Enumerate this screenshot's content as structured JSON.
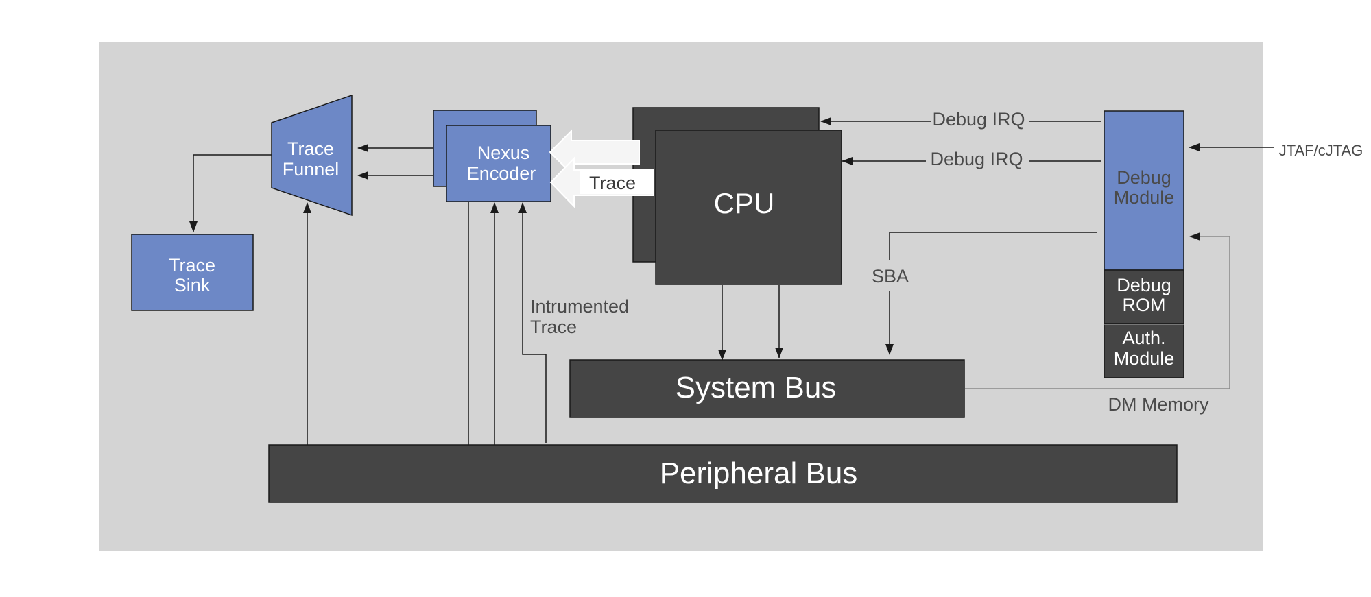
{
  "colors": {
    "panel": "#d4d4d4",
    "blue_block": "#6d88c6",
    "dark_block": "#454545",
    "line": "#1a1a1a",
    "dm_memory_line": "#8a8a8a",
    "label_dark": "#4a4a4a"
  },
  "blocks": {
    "trace_funnel": [
      "Trace",
      "Funnel"
    ],
    "trace_sink": [
      "Trace",
      "Sink"
    ],
    "nexus_encoder": [
      "Nexus",
      "Encoder"
    ],
    "cpu": "CPU",
    "debug_module": [
      "Debug",
      "Module"
    ],
    "debug_rom": [
      "Debug",
      "ROM"
    ],
    "auth_module": [
      "Auth.",
      "Module"
    ],
    "system_bus": "System Bus",
    "peripheral_bus": "Peripheral Bus"
  },
  "labels": {
    "debug_irq_1": "Debug IRQ",
    "debug_irq_2": "Debug IRQ",
    "jtag": "JTAF/cJTAG",
    "trace": "Trace",
    "sba": "SBA",
    "instrumented_trace": [
      "Intrumented",
      "Trace"
    ],
    "dm_memory": "DM Memory"
  }
}
